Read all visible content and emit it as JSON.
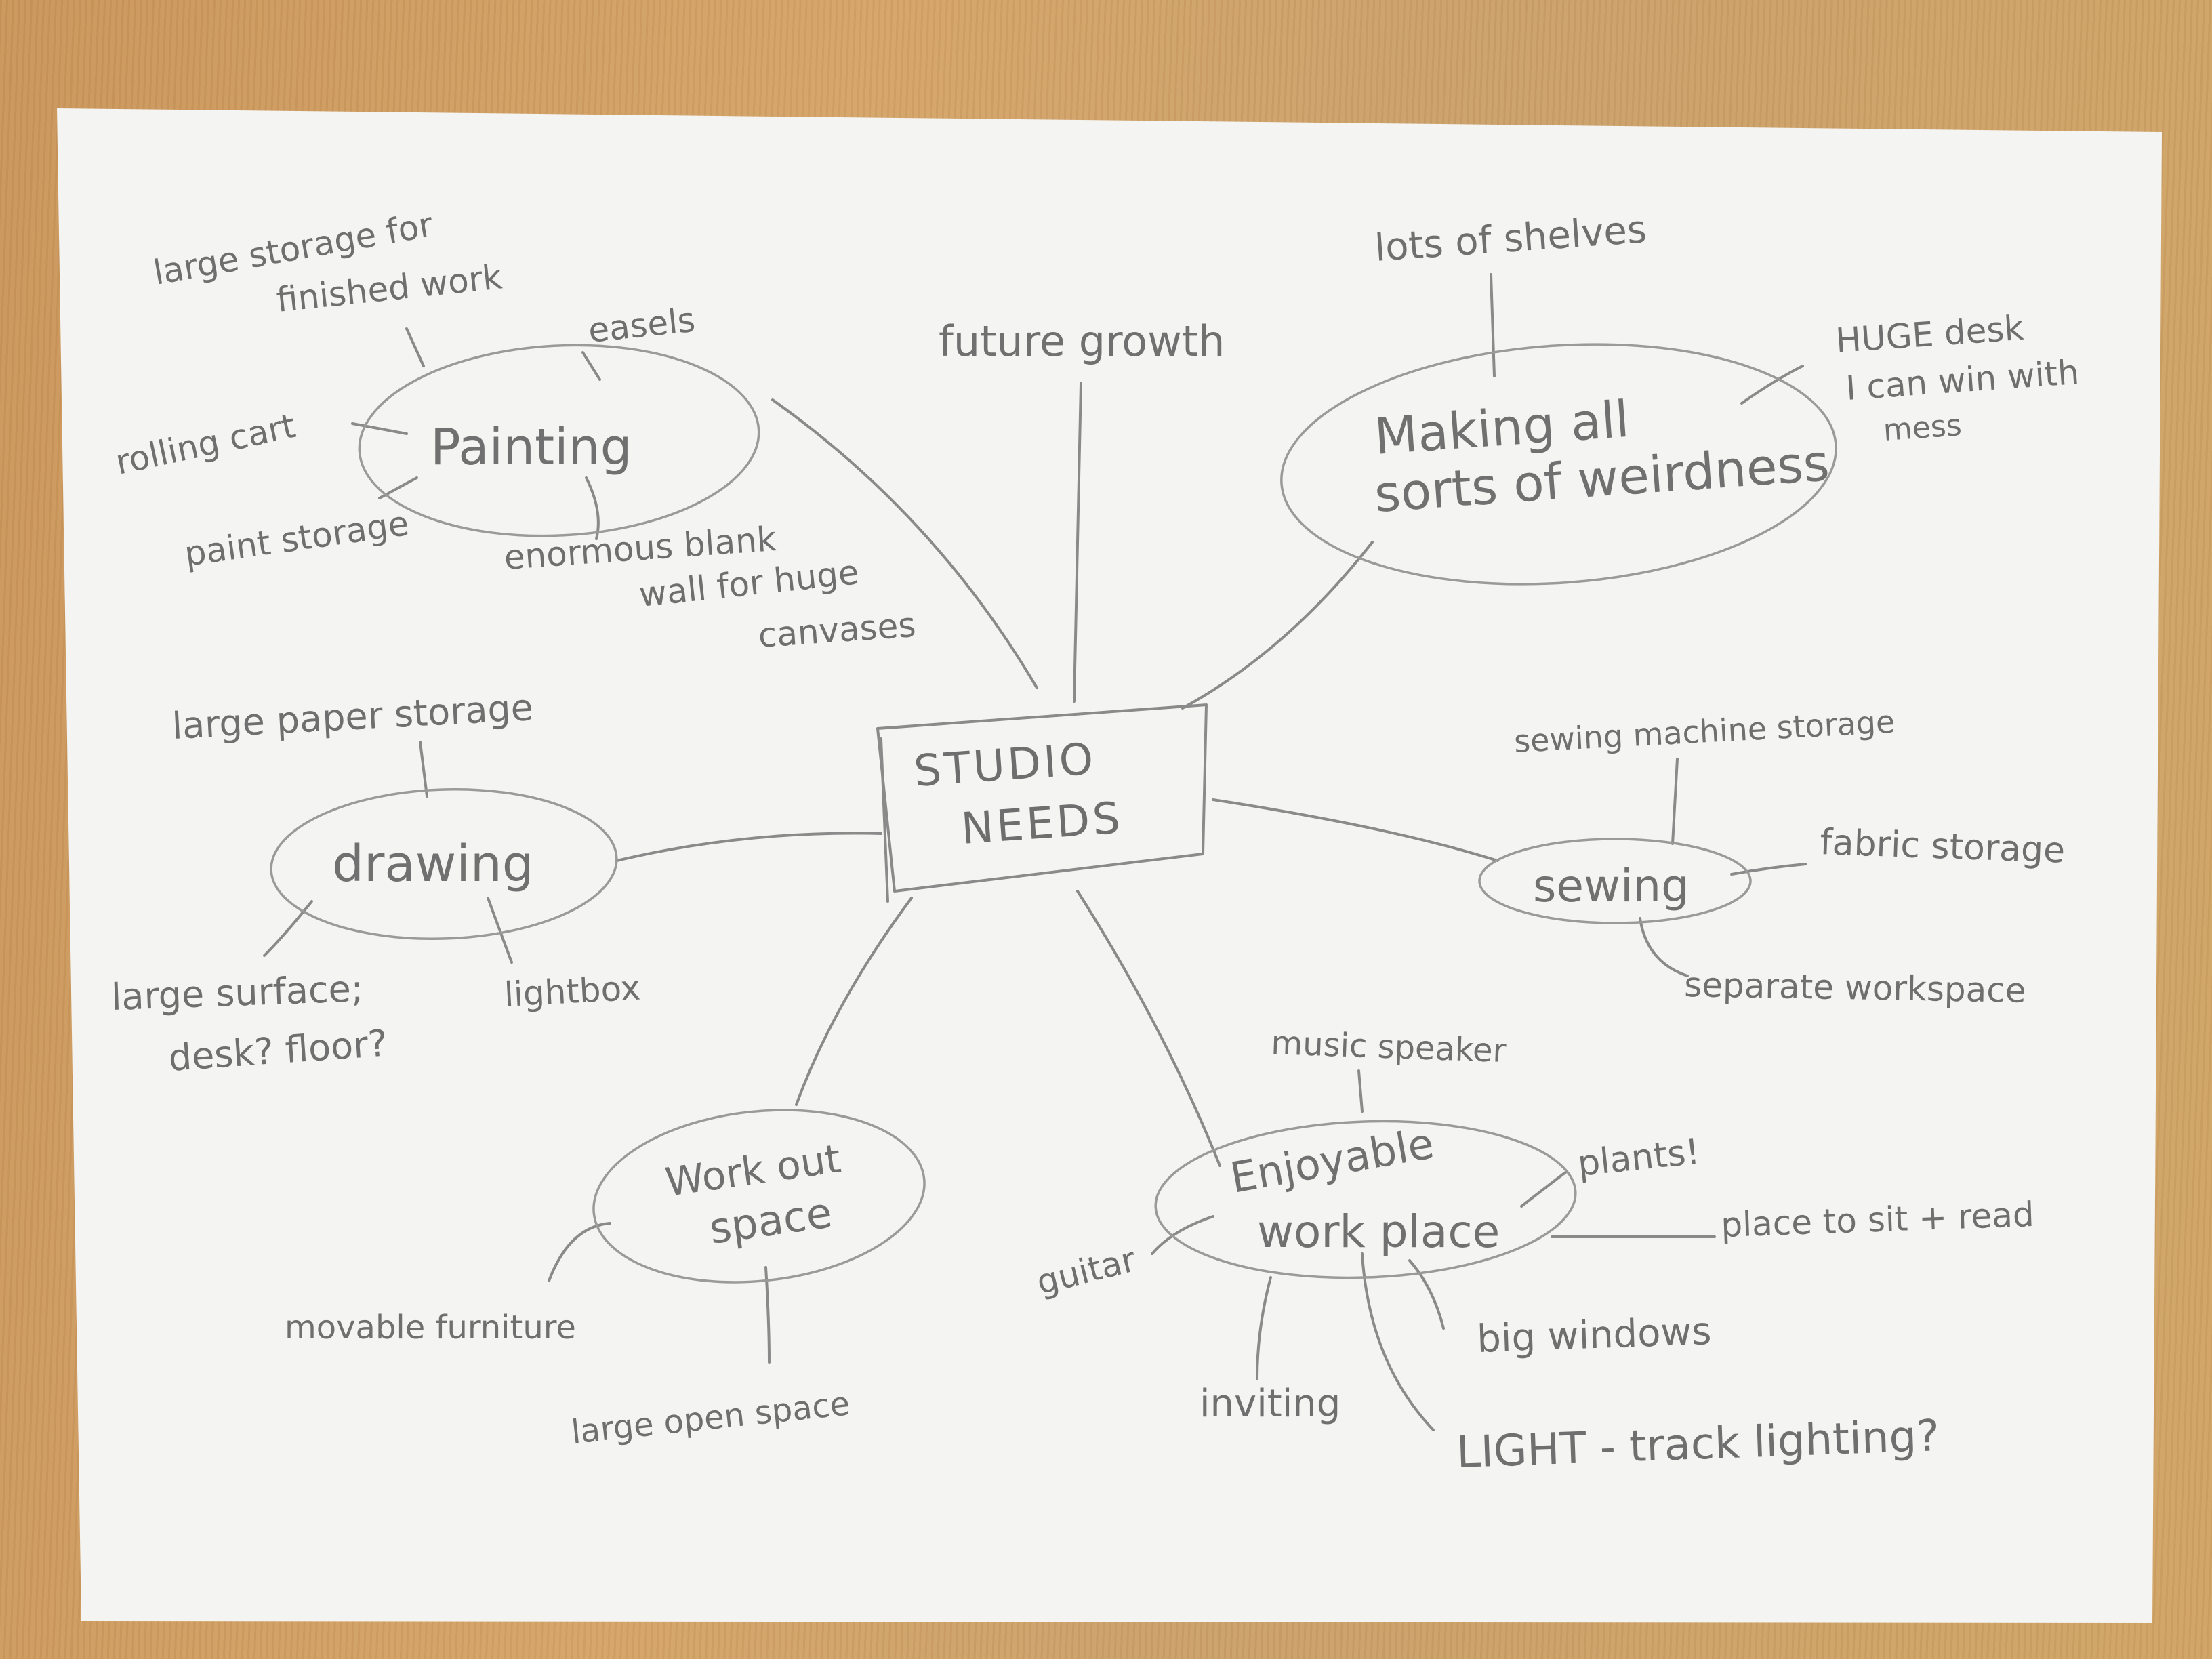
{
  "center": {
    "line1": "STUDIO",
    "line2": "NEEDS"
  },
  "branches": [
    {
      "id": "painting",
      "label": "Painting",
      "leaves": [
        {
          "id": "large-storage",
          "lines": [
            "large storage for",
            "finished work"
          ]
        },
        {
          "id": "easels",
          "lines": [
            "easels"
          ]
        },
        {
          "id": "rolling-cart",
          "lines": [
            "rolling cart"
          ]
        },
        {
          "id": "paint-storage",
          "lines": [
            "paint storage"
          ]
        },
        {
          "id": "blank-wall",
          "lines": [
            "enormous blank",
            "wall for huge",
            "canvases"
          ]
        }
      ]
    },
    {
      "id": "future-growth",
      "label": "future growth",
      "leaves": []
    },
    {
      "id": "making",
      "label": "Making all sorts of weirdness",
      "label_lines": [
        "Making all",
        "sorts of weirdness"
      ],
      "leaves": [
        {
          "id": "shelves",
          "lines": [
            "lots of shelves"
          ]
        },
        {
          "id": "huge-desk",
          "lines": [
            "HUGE desk",
            "I can win with",
            "mess"
          ]
        }
      ]
    },
    {
      "id": "drawing",
      "label": "drawing",
      "leaves": [
        {
          "id": "paper-storage",
          "lines": [
            "large paper storage"
          ]
        },
        {
          "id": "large-surface",
          "lines": [
            "large surface;",
            "desk? floor?"
          ]
        },
        {
          "id": "lightbox",
          "lines": [
            "lightbox"
          ]
        }
      ]
    },
    {
      "id": "sewing",
      "label": "sewing",
      "leaves": [
        {
          "id": "machine-storage",
          "lines": [
            "sewing machine storage"
          ]
        },
        {
          "id": "fabric-storage",
          "lines": [
            "fabric storage"
          ]
        },
        {
          "id": "separate-space",
          "lines": [
            "separate workspace"
          ]
        }
      ]
    },
    {
      "id": "workout",
      "label": "Work out space",
      "label_lines": [
        "Work out",
        "space"
      ],
      "leaves": [
        {
          "id": "movable-furniture",
          "lines": [
            "movable furniture"
          ]
        },
        {
          "id": "open-space",
          "lines": [
            "large open space"
          ]
        }
      ]
    },
    {
      "id": "enjoyable",
      "label": "Enjoyable work place",
      "label_lines": [
        "Enjoyable",
        "work place"
      ],
      "leaves": [
        {
          "id": "music-speaker",
          "lines": [
            "music speaker"
          ]
        },
        {
          "id": "plants",
          "lines": [
            "plants!"
          ]
        },
        {
          "id": "sit-read",
          "lines": [
            "place to sit + read"
          ]
        },
        {
          "id": "guitar",
          "lines": [
            "guitar"
          ]
        },
        {
          "id": "big-windows",
          "lines": [
            "big windows"
          ]
        },
        {
          "id": "inviting",
          "lines": [
            "inviting"
          ]
        },
        {
          "id": "light",
          "lines": [
            "LIGHT - track lighting?"
          ]
        }
      ]
    }
  ],
  "colors": {
    "pencil": "#8a8a8a",
    "paper": "#f4f4f2",
    "table": "#cf9f63"
  }
}
